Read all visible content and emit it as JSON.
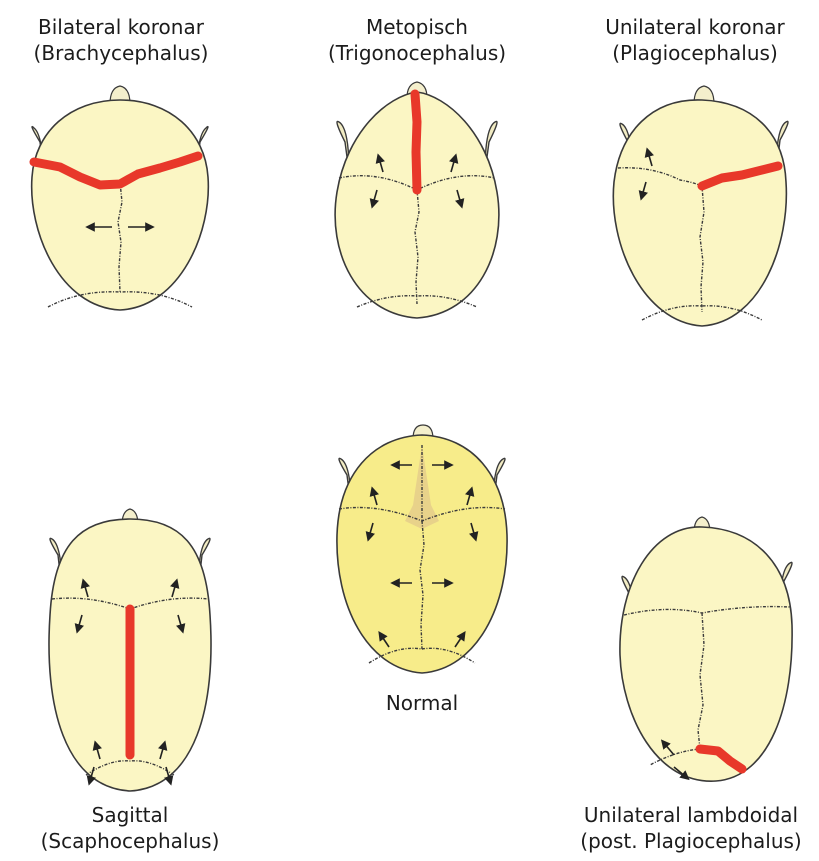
{
  "panels": {
    "bilateral_coronal": {
      "title": "Bilateral koronar",
      "subtitle": "(Brachycephalus)"
    },
    "metopic": {
      "title": "Metopisch",
      "subtitle": "(Trigonocephalus)"
    },
    "unilateral_coronal": {
      "title": "Unilateral koronar",
      "subtitle": "(Plagiocephalus)"
    },
    "normal": {
      "title": "Normal"
    },
    "sagittal": {
      "title": "Sagittal",
      "subtitle": "(Scaphocephalus)"
    },
    "unilateral_lambdoid": {
      "title": "Unilateral lambdoidal",
      "subtitle": "(post. Plagiocephalus)"
    }
  },
  "colors": {
    "fused_suture": "#e8382a",
    "skull_fill": "#fbf6c4",
    "normal_skull_fill": "#f7ec8a"
  }
}
